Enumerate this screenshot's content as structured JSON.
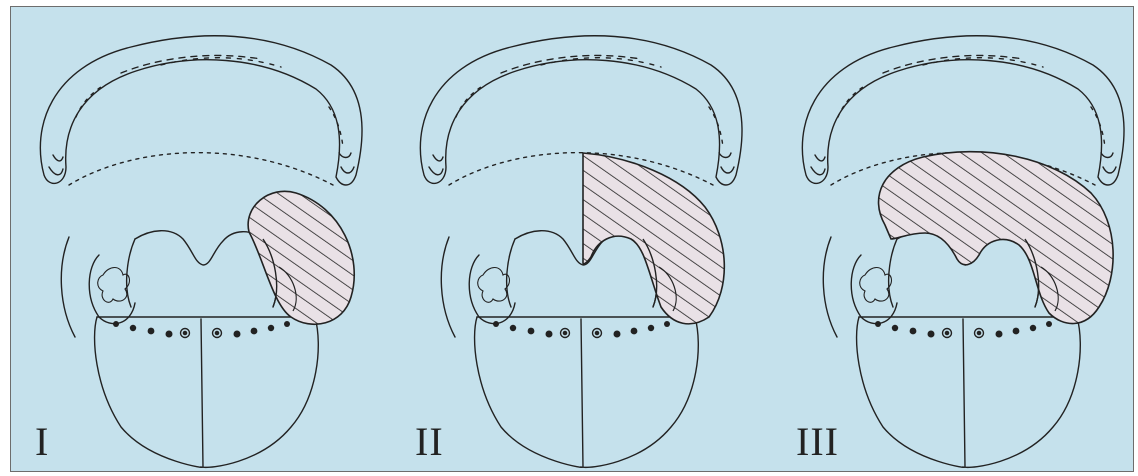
{
  "figure": {
    "background": "#c5e1ec",
    "line_color": "#222222",
    "lesion_fill": "#e9e1e6",
    "panels": [
      {
        "label": "I"
      },
      {
        "label": "II"
      },
      {
        "label": "III"
      }
    ]
  }
}
